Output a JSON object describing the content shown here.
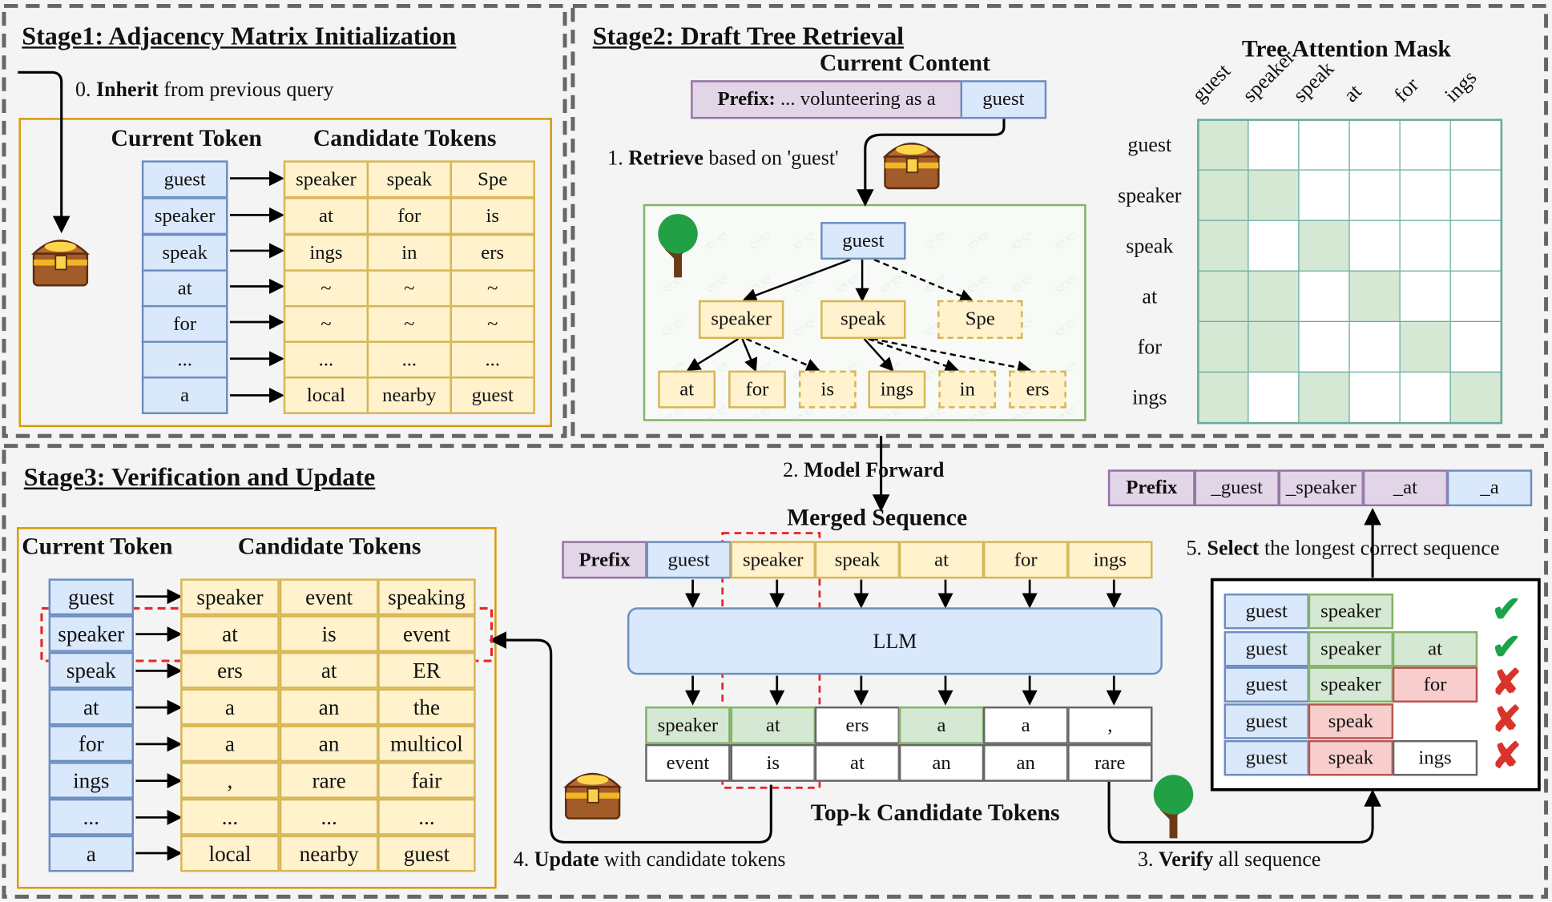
{
  "stage1": {
    "title": "Stage1: Adjacency Matrix Initialization",
    "step0_num": "0.",
    "step0_bold": "Inherit",
    "step0_rest": "from previous query",
    "current_token_header": "Current Token",
    "candidate_tokens_header": "Candidate Tokens",
    "current_tokens": [
      "guest",
      "speaker",
      "speak",
      "at",
      "for",
      "...",
      "a"
    ],
    "candidates": [
      [
        "speaker",
        "speak",
        "Spe"
      ],
      [
        "at",
        "for",
        "is"
      ],
      [
        "ings",
        "in",
        "ers"
      ],
      [
        "~",
        "~",
        "~"
      ],
      [
        "~",
        "~",
        "~"
      ],
      [
        "...",
        "...",
        "..."
      ],
      [
        "local",
        "nearby",
        "guest"
      ]
    ]
  },
  "stage2": {
    "title": "Stage2: Draft Tree Retrieval",
    "current_content": "Current Content",
    "prefix_label": "Prefix:",
    "prefix_text": " ... volunteering as a",
    "current_token": "guest",
    "step1_num": "1.",
    "step1_bold": "Retrieve",
    "step1_rest": "based on 'guest'",
    "tree": {
      "root": "guest",
      "level1": [
        "speaker",
        "speak",
        "Spe"
      ],
      "level2": [
        "at",
        "for",
        "is",
        "ings",
        "in",
        "ers"
      ]
    },
    "mask_title": "Tree Attention Mask",
    "mask_tokens": [
      "guest",
      "speaker",
      "speak",
      "at",
      "for",
      "ings"
    ],
    "mask_matrix": [
      [
        1,
        0,
        0,
        0,
        0,
        0
      ],
      [
        1,
        1,
        0,
        0,
        0,
        0
      ],
      [
        1,
        0,
        1,
        0,
        0,
        0
      ],
      [
        1,
        1,
        0,
        1,
        0,
        0
      ],
      [
        1,
        1,
        0,
        0,
        1,
        0
      ],
      [
        1,
        0,
        1,
        0,
        0,
        1
      ]
    ]
  },
  "stage3": {
    "title": "Stage3: Verification and Update",
    "current_token_header": "Current Token",
    "candidate_tokens_header": "Candidate Tokens",
    "current_tokens": [
      "guest",
      "speaker",
      "speak",
      "at",
      "for",
      "ings",
      "...",
      "a"
    ],
    "candidates": [
      [
        "speaker",
        "event",
        "speaking"
      ],
      [
        "at",
        "is",
        "event"
      ],
      [
        "ers",
        "at",
        "ER"
      ],
      [
        "a",
        "an",
        "the"
      ],
      [
        "a",
        "an",
        "multicol"
      ],
      [
        ",",
        "rare",
        "fair"
      ],
      [
        "...",
        "...",
        "..."
      ],
      [
        "local",
        "nearby",
        "guest"
      ]
    ],
    "step2_num": "2.",
    "step2_bold": "Model Forward",
    "merged_sequence": "Merged Sequence",
    "merged_prefix": "Prefix",
    "merged_tokens": [
      "guest",
      "speaker",
      "speak",
      "at",
      "for",
      "ings"
    ],
    "llm": "LLM",
    "topk_row1": [
      "speaker",
      "at",
      "ers",
      "a",
      "a",
      ","
    ],
    "topk_row2": [
      "event",
      "is",
      "at",
      "an",
      "an",
      "rare"
    ],
    "topk_label": "Top-k Candidate Tokens",
    "step3_num": "3.",
    "step3_bold": "Verify",
    "step3_rest": "all sequence",
    "step4_num": "4.",
    "step4_bold": "Update",
    "step4_rest": "with candidate tokens",
    "step5_num": "5.",
    "step5_bold": "Select",
    "step5_rest": "the longest correct sequence",
    "result_prefix": "Prefix",
    "result_tokens": [
      "_guest",
      "_speaker",
      "_at",
      "_a"
    ],
    "verify_rows": [
      [
        "guest",
        "speaker",
        ""
      ],
      [
        "guest",
        "speaker",
        "at"
      ],
      [
        "guest",
        "speaker",
        "for"
      ],
      [
        "guest",
        "speak",
        ""
      ],
      [
        "guest",
        "speak",
        "ings"
      ]
    ],
    "verify_marks": [
      "✔",
      "✔",
      "✘",
      "✘",
      "✘"
    ]
  },
  "colors": {
    "blue_fill": "#dae8fc",
    "yellow_fill": "#fff2cc",
    "green_fill": "#d5e8d4",
    "red_fill": "#f8cecc",
    "purple_fill": "#e1d5e7",
    "panel_border": "#d79b00",
    "tree_border": "#82b366",
    "mask_border": "#67ab9f",
    "highlight_dash": "#e3262b"
  },
  "icons": [
    "treasure-chest-icon",
    "tree-icon",
    "check-icon",
    "cross-icon"
  ]
}
